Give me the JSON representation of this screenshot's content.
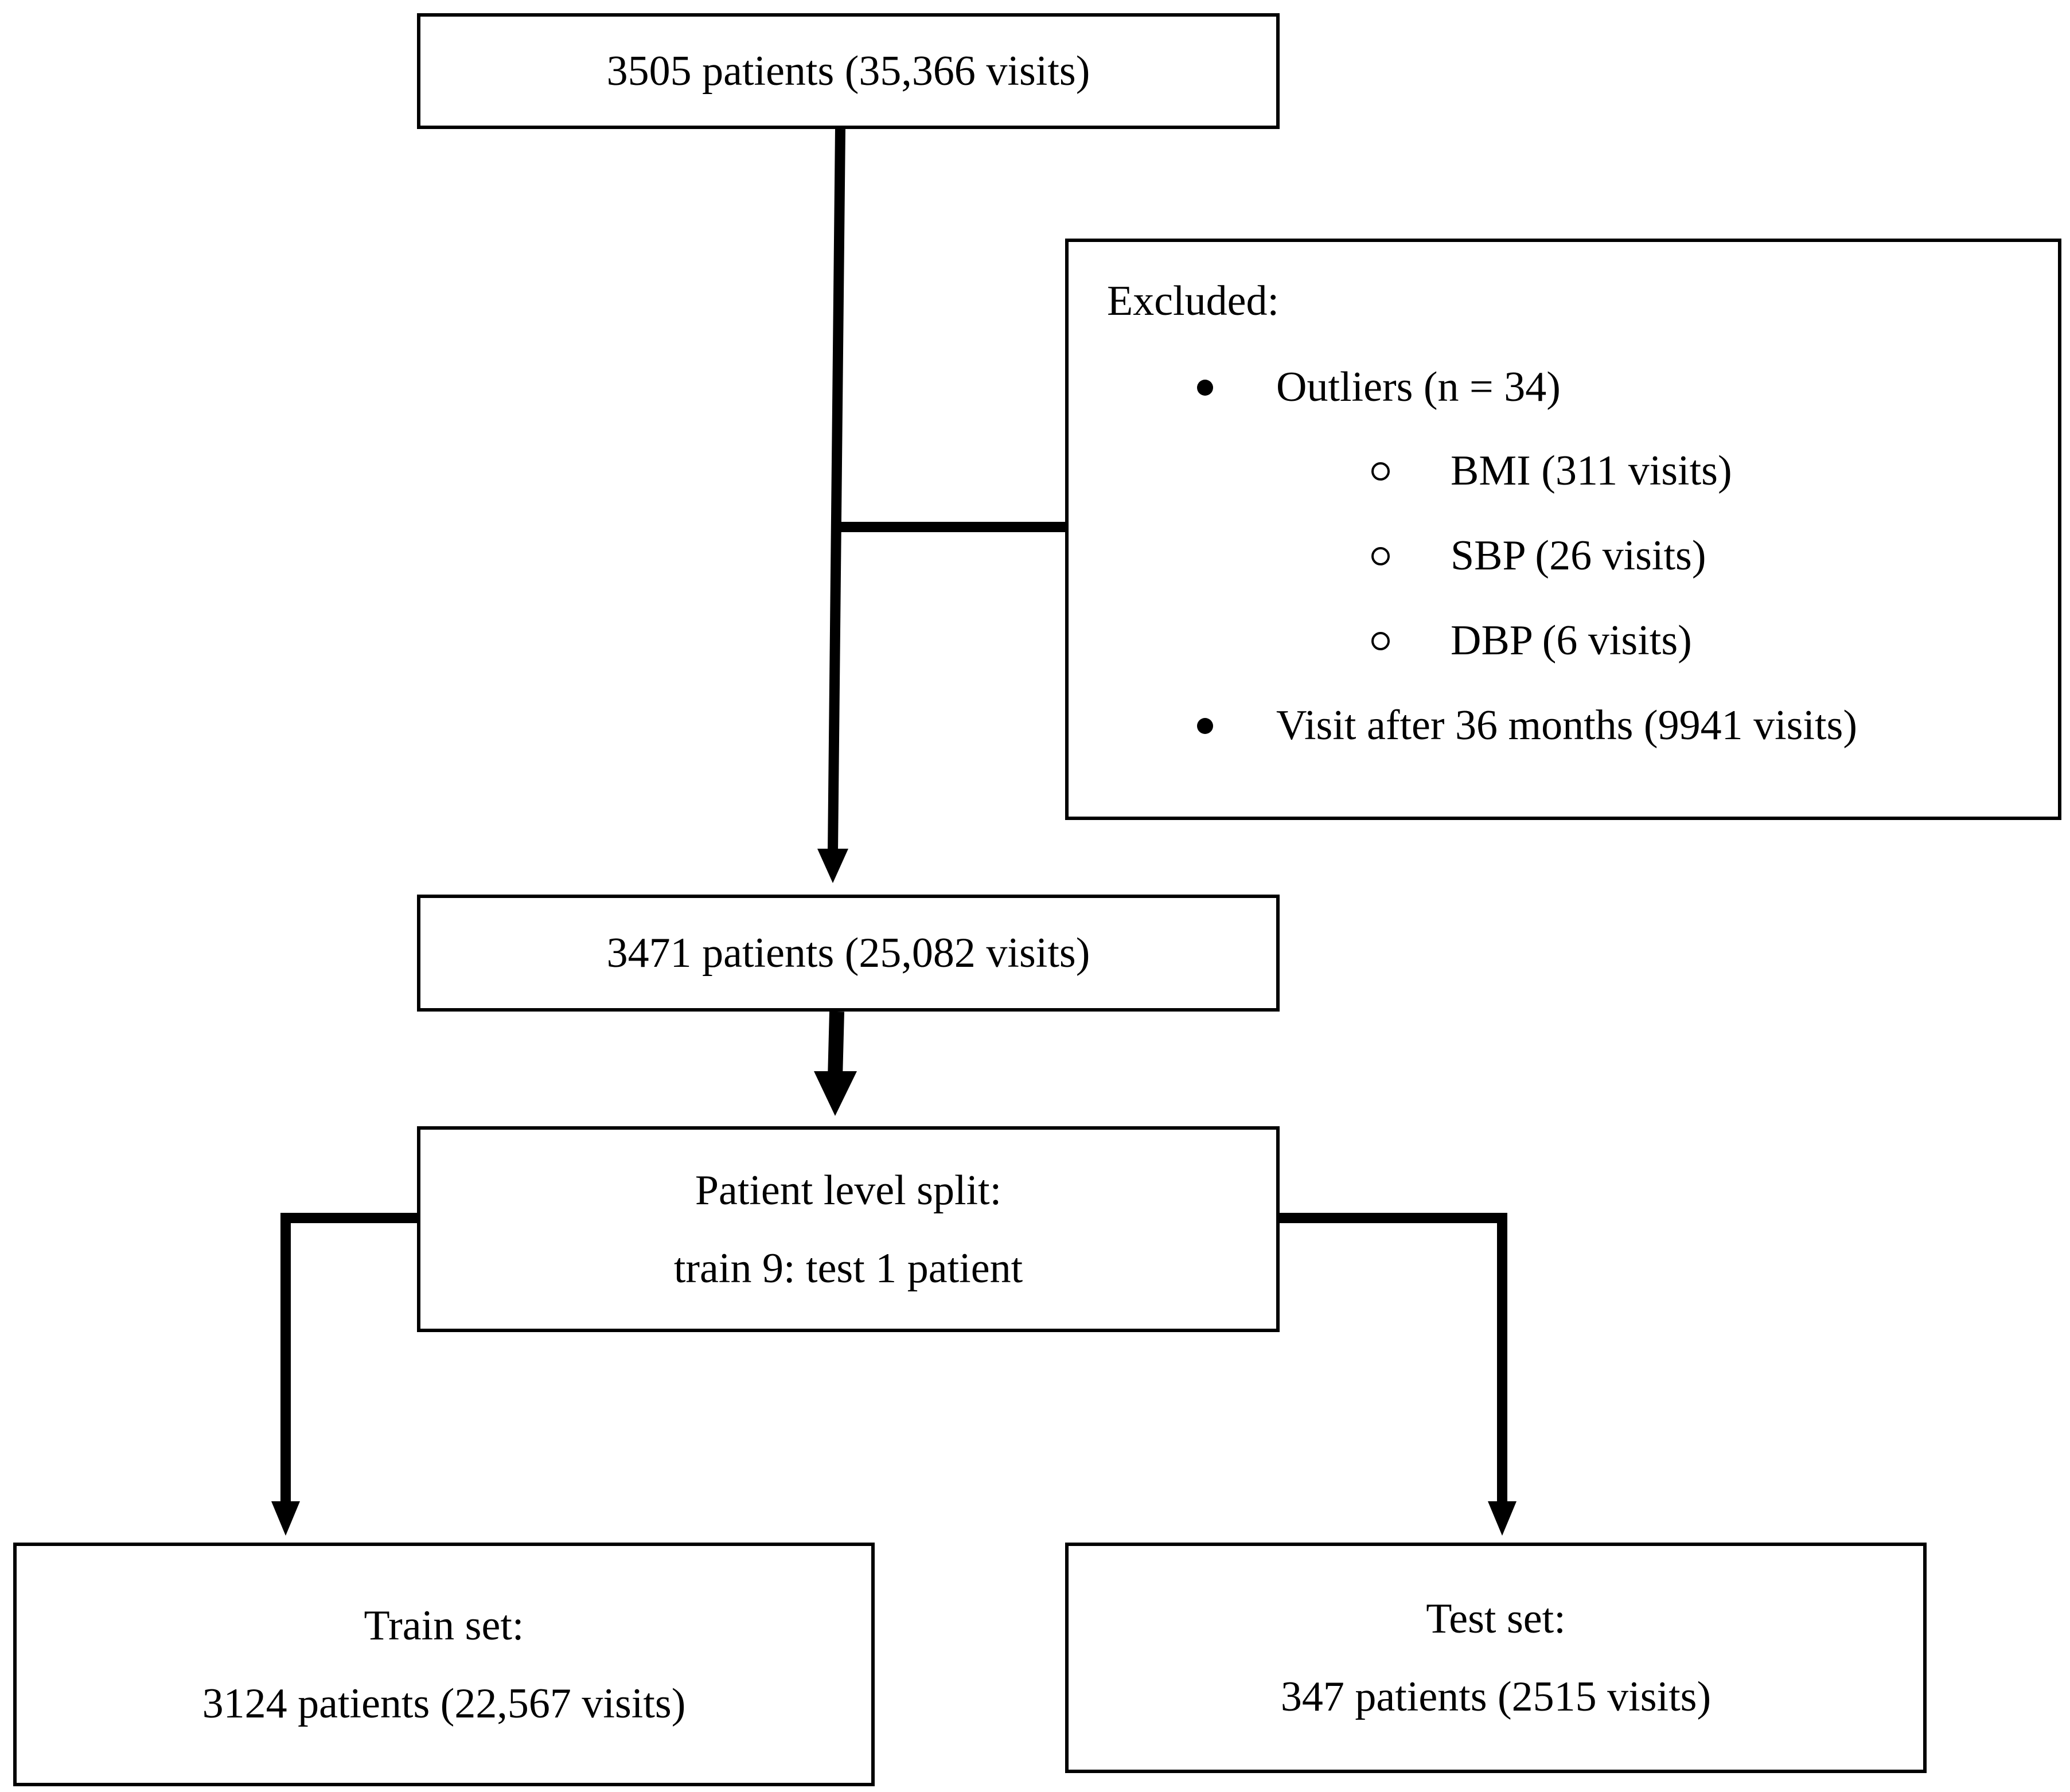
{
  "nodes": {
    "initial": {
      "text": "3505 patients (35,366 visits)"
    },
    "excluded": {
      "heading": "Excluded:",
      "items": [
        {
          "text": "Outliers (n = 34)",
          "subitems": [
            {
              "text": "BMI (311 visits)"
            },
            {
              "text": "SBP (26 visits)"
            },
            {
              "text": "DBP (6 visits)"
            }
          ]
        },
        {
          "text": "Visit after 36 months (9941 visits)"
        }
      ]
    },
    "after_exclusion": {
      "text": "3471 patients (25,082 visits)"
    },
    "split": {
      "line1": "Patient level split:",
      "line2": "train 9: test 1 patient"
    },
    "train": {
      "line1": "Train set:",
      "line2": "3124 patients (22,567 visits)"
    },
    "test": {
      "line1": "Test set:",
      "line2": "347 patients (2515 visits)"
    }
  },
  "edges": [
    {
      "from": "initial",
      "to": "after_exclusion"
    },
    {
      "from": "initial",
      "to": "excluded"
    },
    {
      "from": "after_exclusion",
      "to": "split"
    },
    {
      "from": "split",
      "to": "train"
    },
    {
      "from": "split",
      "to": "test"
    }
  ]
}
